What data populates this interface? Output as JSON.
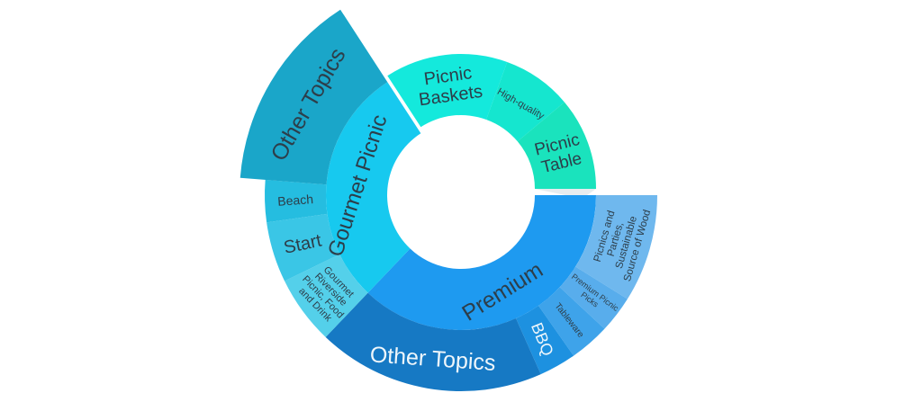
{
  "chart_data": {
    "type": "sunburst",
    "title": "",
    "units": "share of 360 degrees",
    "start_angle": 90,
    "rings": [
      {
        "name": "inner",
        "segments": [
          {
            "id": "premium",
            "label": "Premium",
            "value": 133.6,
            "color": "#1e9af0",
            "text_color": "#2d3e4a"
          },
          {
            "id": "gourmet-picnic",
            "label": "Gourmet Picnic",
            "value": 103.4,
            "color": "#17c9ef",
            "text_color": "#2d3e4a"
          },
          {
            "id": "picnic-baskets",
            "label": "Picnic Baskets",
            "value": 53,
            "color": "#14e9dc",
            "text_color": "#2d3e4a",
            "exploded": true
          },
          {
            "id": "high-quality",
            "label": "High-quality",
            "value": 30,
            "color": "#15e6cf",
            "text_color": "#2d3e4a",
            "exploded": true
          },
          {
            "id": "picnic-table",
            "label": "Picnic Table",
            "value": 40,
            "color": "#1ae3bd",
            "text_color": "#2d3e4a",
            "exploded": true
          }
        ]
      },
      {
        "name": "outer",
        "segments": [
          {
            "id": "picnics-parties",
            "label": "Picnics and Parties, Sustainable Source of Wood",
            "parent": "Premium",
            "value": 32,
            "color": "#6fb8ee",
            "text_color": "#2d3e4a"
          },
          {
            "id": "premium-picnic-picks",
            "label": "Premium Picnic Picks",
            "parent": "Premium",
            "value": 11,
            "color": "#58adec",
            "text_color": "#2d3e4a"
          },
          {
            "id": "tableware",
            "label": "Tableware",
            "parent": "Premium",
            "value": 12,
            "color": "#3ea3ea",
            "text_color": "#2d3e4a"
          },
          {
            "id": "bbq",
            "label": "BBQ",
            "parent": "Premium",
            "value": 11,
            "color": "#1d91e0",
            "text_color": "#eef6fb"
          },
          {
            "id": "other-topics-premium",
            "label": "Other Topics",
            "parent": "Premium",
            "value": 67.6,
            "color": "#1679c4",
            "text_color": "#eef6fb"
          },
          {
            "id": "gourmet-riverside",
            "label": "Gourmet Riverside Picnic, Food and Drink",
            "parent": "Gourmet Picnic",
            "value": 20.4,
            "color": "#54d0ea",
            "text_color": "#2d3e4a"
          },
          {
            "id": "start",
            "label": "Start",
            "parent": "Gourmet Picnic",
            "value": 18,
            "color": "#3ac6e6",
            "text_color": "#2d3e4a"
          },
          {
            "id": "beach",
            "label": "Beach",
            "parent": "Gourmet Picnic",
            "value": 12.5,
            "color": "#25bde0",
            "text_color": "#2d3e4a"
          },
          {
            "id": "other-topics-gourmet",
            "label": "Other Topics",
            "parent": "Gourmet Picnic",
            "value": 52.5,
            "color": "#1aa6c9",
            "text_color": "#2d3e4a",
            "emphasized": true
          }
        ]
      }
    ]
  }
}
